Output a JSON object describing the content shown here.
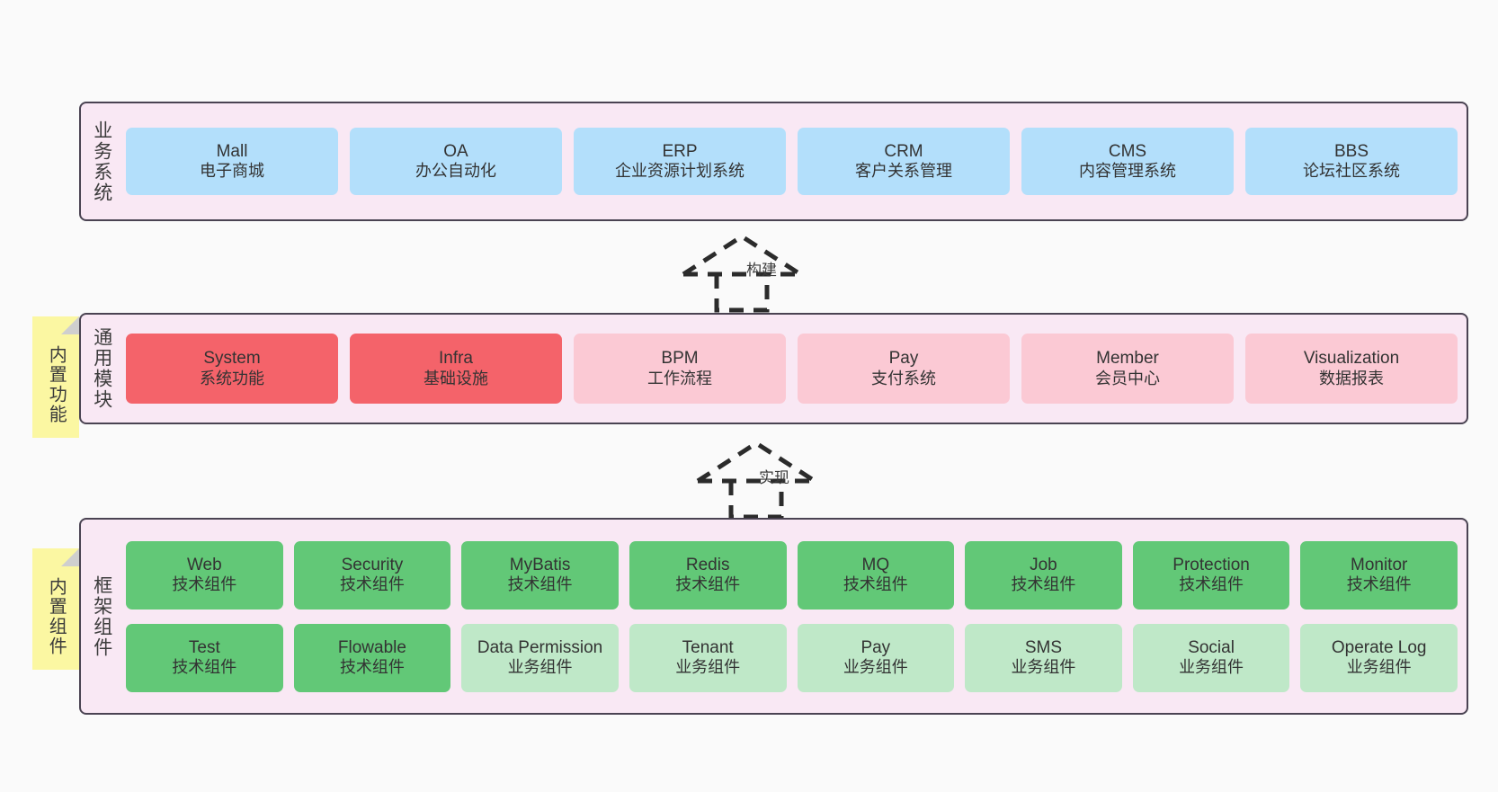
{
  "diagram": {
    "layers": [
      {
        "id": "business",
        "title": "业务系统",
        "cards": [
          {
            "en": "Mall",
            "cn": "电子商城"
          },
          {
            "en": "OA",
            "cn": "办公自动化"
          },
          {
            "en": "ERP",
            "cn": "企业资源计划系统"
          },
          {
            "en": "CRM",
            "cn": "客户关系管理"
          },
          {
            "en": "CMS",
            "cn": "内容管理系统"
          },
          {
            "en": "BBS",
            "cn": "论坛社区系统"
          }
        ]
      },
      {
        "id": "common",
        "title": "通用模块",
        "cards": [
          {
            "en": "System",
            "cn": "系统功能"
          },
          {
            "en": "Infra",
            "cn": "基础设施"
          },
          {
            "en": "BPM",
            "cn": "工作流程"
          },
          {
            "en": "Pay",
            "cn": "支付系统"
          },
          {
            "en": "Member",
            "cn": "会员中心"
          },
          {
            "en": "Visualization",
            "cn": "数据报表"
          }
        ]
      },
      {
        "id": "framework",
        "title": "框架组件",
        "row1": [
          {
            "en": "Web",
            "cn": "技术组件"
          },
          {
            "en": "Security",
            "cn": "技术组件"
          },
          {
            "en": "MyBatis",
            "cn": "技术组件"
          },
          {
            "en": "Redis",
            "cn": "技术组件"
          },
          {
            "en": "MQ",
            "cn": "技术组件"
          },
          {
            "en": "Job",
            "cn": "技术组件"
          },
          {
            "en": "Protection",
            "cn": "技术组件"
          },
          {
            "en": "Monitor",
            "cn": "技术组件"
          }
        ],
        "row2": [
          {
            "en": "Test",
            "cn": "技术组件"
          },
          {
            "en": "Flowable",
            "cn": "技术组件"
          },
          {
            "en": "Data Permission",
            "cn": "业务组件"
          },
          {
            "en": "Tenant",
            "cn": "业务组件"
          },
          {
            "en": "Pay",
            "cn": "业务组件"
          },
          {
            "en": "SMS",
            "cn": "业务组件"
          },
          {
            "en": "Social",
            "cn": "业务组件"
          },
          {
            "en": "Operate Log",
            "cn": "业务组件"
          }
        ]
      }
    ],
    "notes": [
      {
        "id": "builtin-feature",
        "label": "内置功能"
      },
      {
        "id": "builtin-component",
        "label": "内置组件"
      }
    ],
    "arrows": [
      {
        "id": "build",
        "label": "构建"
      },
      {
        "id": "impl",
        "label": "实现"
      }
    ],
    "colors": {
      "canvas_bg": "#fafafa",
      "layer_bg": "#f9e8f4",
      "layer_border": "#4a4352",
      "business_card": "#b3dffb",
      "module_highlight": "#f4636a",
      "module_normal": "#fbc9d4",
      "tech_component": "#62c877",
      "biz_component": "#bfe8c8",
      "note_bg": "#fbf7a2",
      "note_fold": "#cfcfcf",
      "arrow_stroke": "#2b2b2b",
      "text": "#333333"
    }
  }
}
